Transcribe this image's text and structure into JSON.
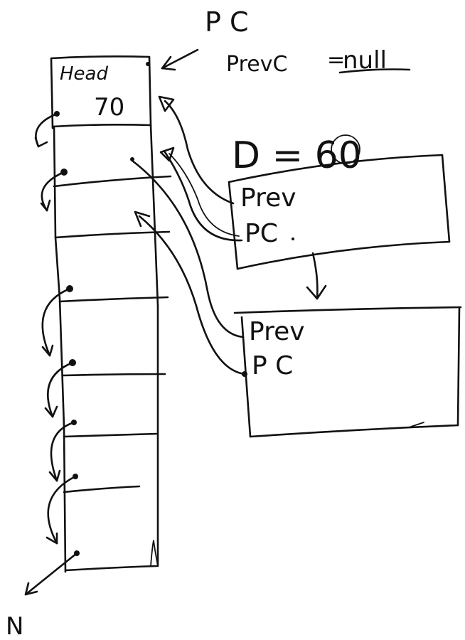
{
  "labels": {
    "pc_top": "P C",
    "prev_c": "PrevC",
    "equals": "=",
    "null_value": "null",
    "head": "Head",
    "head_value": "70",
    "d_label": "D = 60",
    "node1_prev": "Prev",
    "node1_pc": "PC",
    "node2_prev": "Prev",
    "node2_pc": "P C",
    "n_label": "N"
  },
  "colors": {
    "ink": "#111111",
    "paper": "#ffffff"
  }
}
